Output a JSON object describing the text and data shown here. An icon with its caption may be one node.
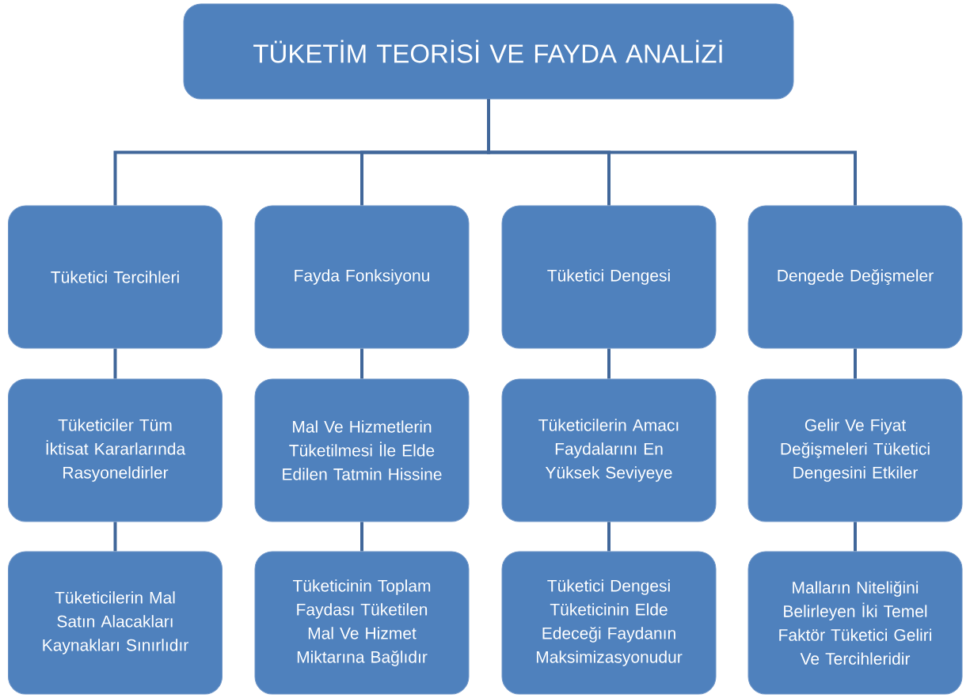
{
  "diagram": {
    "nodes": [
      {
        "text": [
          "TÜKETİM TEORİSİ VE FAYDA ANALİZİ"
        ]
      },
      {
        "text": [
          "Tüketici Tercihleri"
        ]
      },
      {
        "text": [
          "Fayda Fonksiyonu"
        ]
      },
      {
        "text": [
          "Tüketici Dengesi"
        ]
      },
      {
        "text": [
          "Dengede Değişmeler"
        ]
      },
      {
        "text": [
          "Tüketiciler Tüm İktisat Kararlarında Rasyoneldirler"
        ]
      },
      {
        "text": [
          "Mal Ve Hizmetlerin Tüketilmesi İle Elde Edilen Tatmin Hissine"
        ]
      },
      {
        "text": [
          "Tüketicilerin Amacı Faydalarını En Yüksek Seviyeye"
        ]
      },
      {
        "text": [
          "Gelir Ve Fiyat Değişmeleri Tüketici Dengesini Etkiler"
        ]
      },
      {
        "text": [
          "Tüketicilerin Mal Satın Alacakları Kaynakları Sınırlıdır"
        ]
      },
      {
        "text": [
          "Tüketicinin Toplam Faydası Tüketilen Mal Ve Hizmet Miktarına Bağlıdır"
        ]
      },
      {
        "text": [
          "Tüketici Dengesi Tüketicinin Elde Edeceği Faydanın Maksimizasyonudur"
        ]
      },
      {
        "text": [
          "Malların Niteliğini Belirleyen İki Temel Faktör Tüketici Geliri Ve Tercihleridir"
        ]
      }
    ],
    "edges": [
      {
        "from": 0,
        "to": 1,
        "arrow": "none"
      },
      {
        "from": 0,
        "to": 2,
        "arrow": "none"
      },
      {
        "from": 0,
        "to": 3,
        "arrow": "none"
      },
      {
        "from": 0,
        "to": 4,
        "arrow": "none"
      },
      {
        "from": 1,
        "to": 5,
        "arrow": "none"
      },
      {
        "from": 2,
        "to": 6,
        "arrow": "none"
      },
      {
        "from": 3,
        "to": 7,
        "arrow": "none"
      },
      {
        "from": 4,
        "to": 8,
        "arrow": "none"
      },
      {
        "from": 5,
        "to": 9,
        "arrow": "none"
      },
      {
        "from": 6,
        "to": 10,
        "arrow": "none"
      },
      {
        "from": 7,
        "to": 11,
        "arrow": "none"
      },
      {
        "from": 8,
        "to": 12,
        "arrow": "none"
      }
    ]
  }
}
